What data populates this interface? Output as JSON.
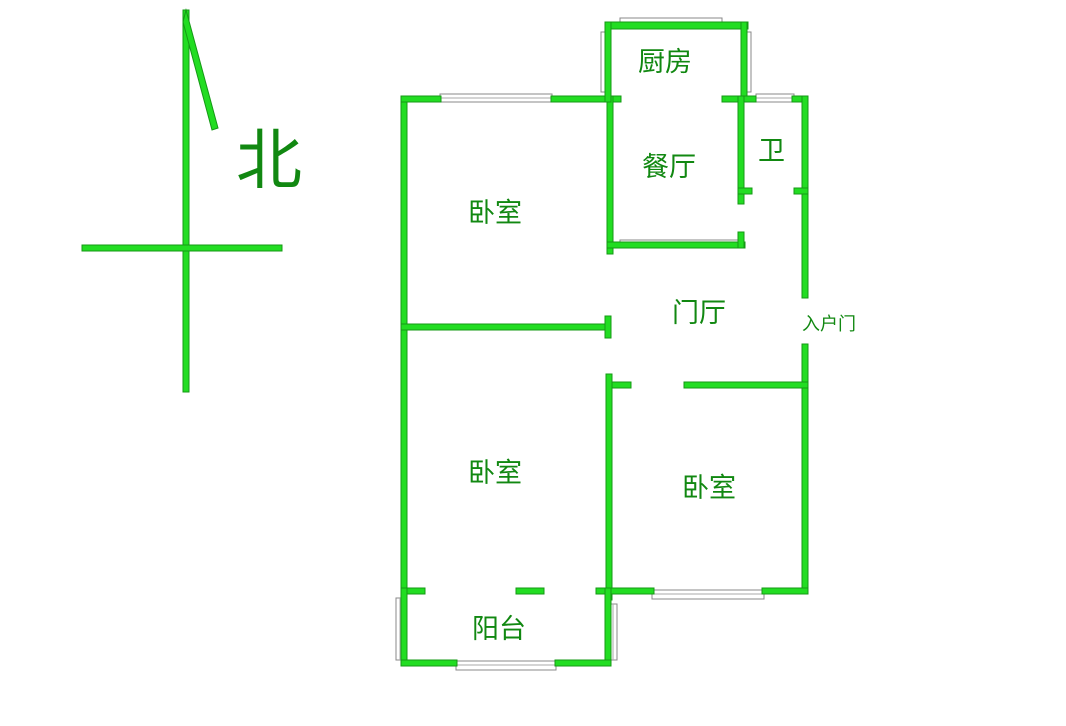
{
  "colors": {
    "wall": "#22dd22",
    "wall_edge": "#159915",
    "text": "#118811",
    "window": "#888888"
  },
  "compass": {
    "label": "北",
    "icon": "north-arrow-icon"
  },
  "rooms": {
    "kitchen": "厨房",
    "dining": "餐厅",
    "bathroom": "卫",
    "bedroom_nw": "卧室",
    "hall": "门厅",
    "entrance": "入户门",
    "bedroom_sw": "卧室",
    "bedroom_se": "卧室",
    "balcony": "阳台"
  }
}
